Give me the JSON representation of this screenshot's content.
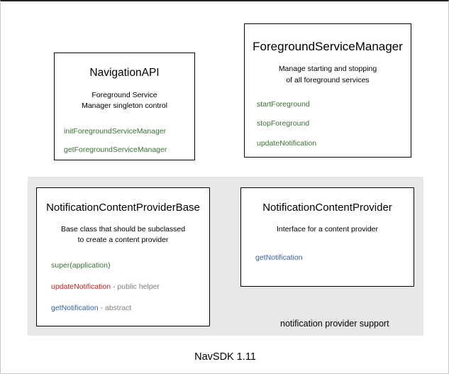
{
  "diagram": {
    "caption": "NavSDK 1.11",
    "colors": {
      "member_green": "#3a7033",
      "member_red": "#cc2222",
      "member_blue": "#35609f",
      "member_note_gray": "#808080",
      "panel_background": "#e8e8e8",
      "box_border": "#000000",
      "page_background": "#ffffff"
    },
    "group_panel": {
      "label": "notification provider support"
    },
    "boxes": [
      {
        "id": "navigation-api",
        "title": "NavigationAPI",
        "description": "Foreground Service\nManager singleton control",
        "description_lines": [
          "Foreground Service",
          "Manager singleton control"
        ],
        "members": [
          {
            "name": "initForegroundServiceManager",
            "color": "green",
            "note": ""
          },
          {
            "name": "getForegroundServiceManager",
            "color": "green",
            "note": ""
          }
        ]
      },
      {
        "id": "foreground-service-manager",
        "title": "ForegroundServiceManager",
        "description": "Manage starting and stopping\nof all foreground services",
        "description_lines": [
          "Manage starting and stopping",
          "of all foreground services"
        ],
        "members": [
          {
            "name": "startForeground",
            "color": "green",
            "note": ""
          },
          {
            "name": "stopForeground",
            "color": "green",
            "note": ""
          },
          {
            "name": "updateNotification",
            "color": "green",
            "note": ""
          }
        ]
      },
      {
        "id": "notification-content-provider-base",
        "title": "NotificationContentProviderBase",
        "description": "Base class that should be subclassed\nto create a content provider",
        "description_lines": [
          "Base class that should be subclassed",
          "to create a content provider"
        ],
        "members": [
          {
            "name": "super(application)",
            "color": "green",
            "note": ""
          },
          {
            "name": "updateNotification",
            "color": "red",
            "note": " - public helper"
          },
          {
            "name": "getNotification",
            "color": "blue",
            "note": " - abstract"
          }
        ]
      },
      {
        "id": "notification-content-provider",
        "title": "NotificationContentProvider",
        "description": "Interface for a content provider",
        "description_lines": [
          "Interface for a content provider"
        ],
        "members": [
          {
            "name": "getNotification",
            "color": "blue",
            "note": ""
          }
        ]
      }
    ]
  }
}
